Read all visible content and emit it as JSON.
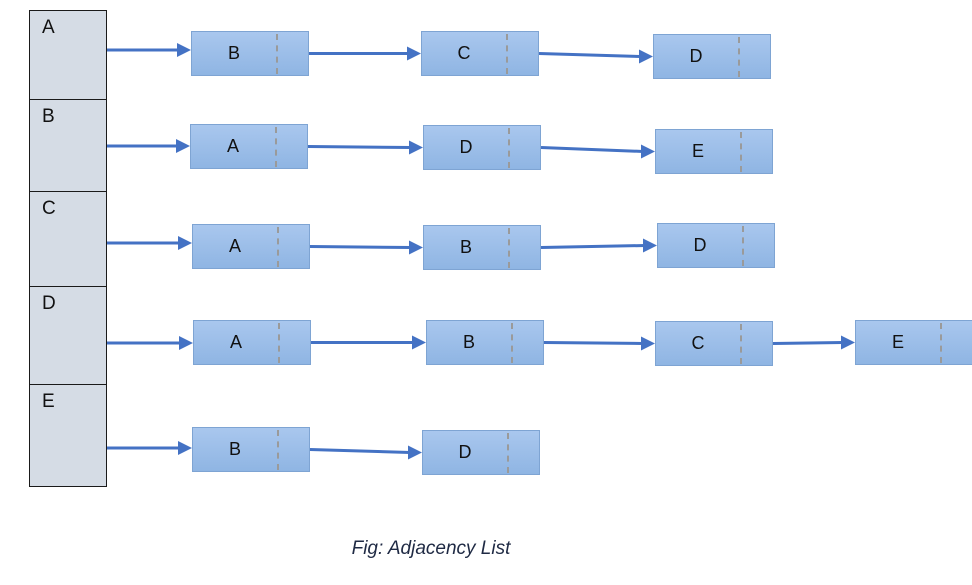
{
  "diagram": {
    "caption": "Fig: Adjacency List",
    "accent_color": "#4472c4",
    "rows": [
      {
        "head": "A",
        "neighbors": [
          "B",
          "C",
          "D"
        ]
      },
      {
        "head": "B",
        "neighbors": [
          "A",
          "D",
          "E"
        ]
      },
      {
        "head": "C",
        "neighbors": [
          "A",
          "B",
          "D"
        ]
      },
      {
        "head": "D",
        "neighbors": [
          "A",
          "B",
          "C",
          "E"
        ]
      },
      {
        "head": "E",
        "neighbors": [
          "B",
          "D"
        ]
      }
    ]
  }
}
